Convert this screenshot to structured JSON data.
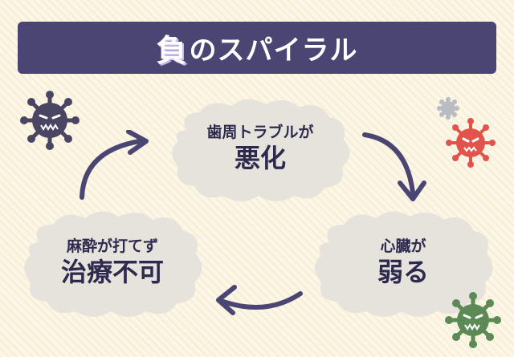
{
  "title": {
    "highlight": "負",
    "rest": "のスパイラル"
  },
  "cycle": [
    {
      "line1": "歯周トラブルが",
      "line2": "悪化"
    },
    {
      "line1": "心臓が",
      "line2": "弱る"
    },
    {
      "line1": "麻酔が打てず",
      "line2": "治療不可"
    }
  ],
  "colors": {
    "banner": "#4a4573",
    "bubble": "#e6e3dc",
    "text": "#2e2a4f",
    "arrow": "#4a4573",
    "virus_purple": "#4a4563",
    "virus_red": "#e2544b",
    "virus_green": "#5b8a56",
    "spore_gray": "#b9bcc2"
  },
  "icons": [
    "purple-virus-icon",
    "gray-spore-icon",
    "red-virus-icon",
    "green-virus-icon"
  ]
}
